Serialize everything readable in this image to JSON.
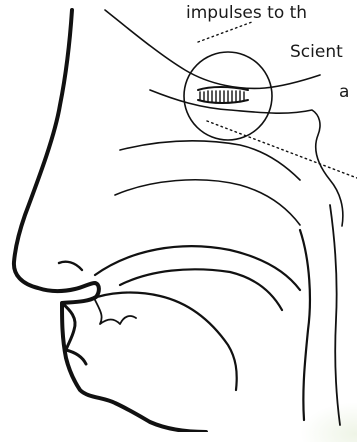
{
  "labels": {
    "line1": "impulses to th",
    "line2": "Scient",
    "line3": "a"
  },
  "colors": {
    "ink": "#111111",
    "background": "#ffffff"
  }
}
